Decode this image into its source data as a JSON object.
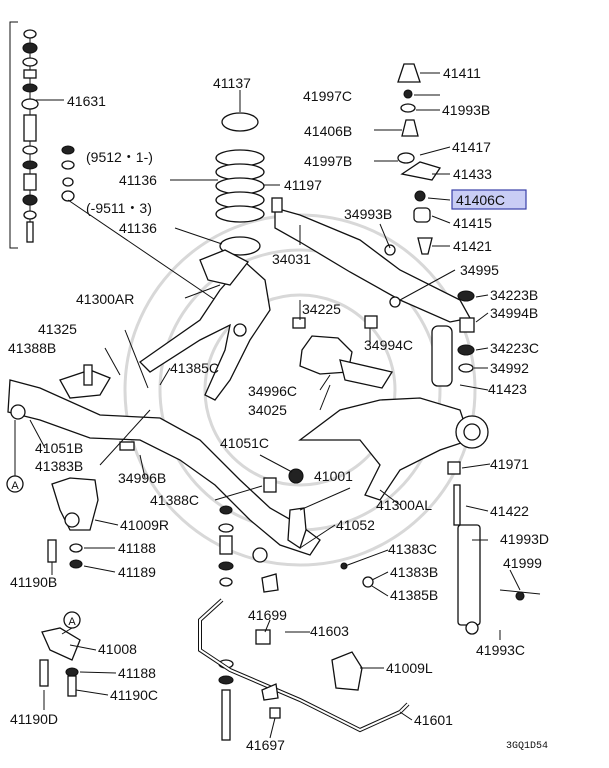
{
  "diagram": {
    "code": "3GQ1D54",
    "highlight_color": "#c9cdf5",
    "highlight_border": "#3a3fa8",
    "parts": {
      "p41631": "41631",
      "p41137": "41137",
      "p41411": "41411",
      "p41997C": "41997C",
      "p41993B": "41993B",
      "p41406B": "41406B",
      "p9512": "(9512・1-)",
      "p41417": "41417",
      "p41997B": "41997B",
      "p41136a": "41136",
      "p41197": "41197",
      "p41433": "41433",
      "p41406C": "41406C",
      "p9511": "(-9511・3)",
      "p34993B": "34993B",
      "p41415": "41415",
      "p41136b": "41136",
      "p41421": "41421",
      "p34031": "34031",
      "p34995": "34995",
      "p41300AR": "41300AR",
      "p34225": "34225",
      "p34223B": "34223B",
      "p34994B": "34994B",
      "p41325": "41325",
      "p34994C": "34994C",
      "p34223C": "34223C",
      "p41388B": "41388B",
      "p41385C": "41385C",
      "p34992": "34992",
      "p34996C": "34996C",
      "p41423": "41423",
      "p34025": "34025",
      "p41051B": "41051B",
      "p41051C": "41051C",
      "p41383B": "41383B",
      "p41971": "41971",
      "p34996B": "34996B",
      "p41001": "41001",
      "p41388C": "41388C",
      "p41300AL": "41300AL",
      "p41422": "41422",
      "p41009R": "41009R",
      "p41052": "41052",
      "p41993D": "41993D",
      "p41188a": "41188",
      "p41383C": "41383C",
      "p41999": "41999",
      "p41190B": "41190B",
      "p41189": "41189",
      "p41383Bb": "41383B",
      "p41385B": "41385B",
      "p41699": "41699",
      "p41603": "41603",
      "p41993C": "41993C",
      "p41008": "41008",
      "p41188b": "41188",
      "p41009L": "41009L",
      "p41190C": "41190C",
      "p41190D": "41190D",
      "p41601": "41601",
      "p41697": "41697",
      "ref_a1": "A",
      "ref_a2": "A"
    }
  }
}
